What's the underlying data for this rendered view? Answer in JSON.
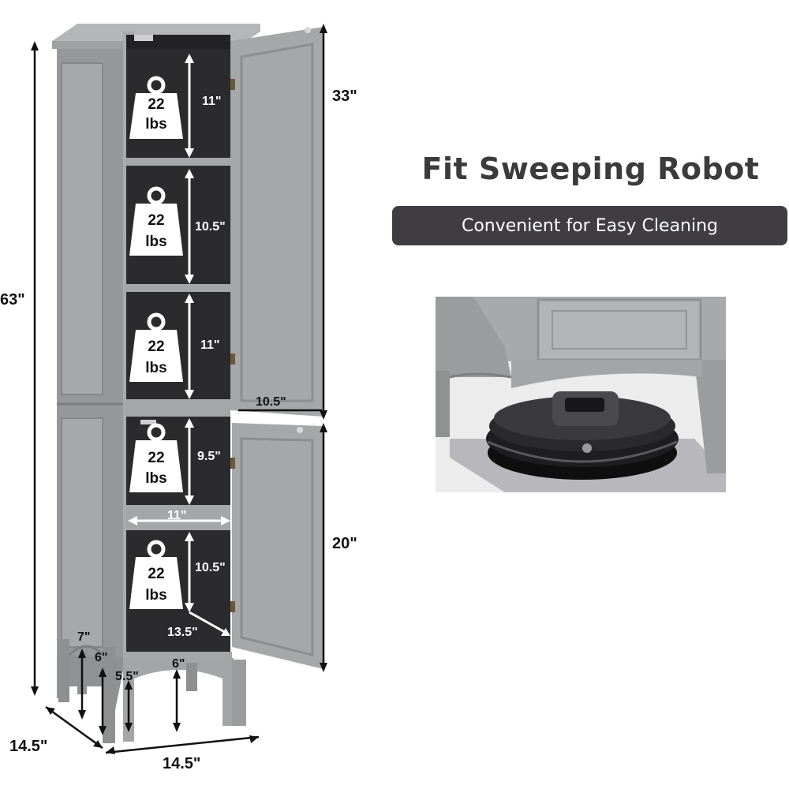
{
  "headline": "Fit Sweeping Robot",
  "subheadline": "Convenient for Easy Cleaning",
  "weight_badge": {
    "value": "22",
    "unit": "lbs"
  },
  "dimensions": {
    "total_height": "63\"",
    "upper_door_height": "33\"",
    "lower_door_height": "20\"",
    "shelf1_height": "11\"",
    "shelf2_height": "10.5\"",
    "shelf3_height": "11\"",
    "shelf4_height": "9.5\"",
    "shelf5_height": "10.5\"",
    "upper_shelf_width": "10.5\"",
    "lower_shelf_width": "11\"",
    "bottom_depth": "13.5\"",
    "leg_height": "7\"",
    "clearance_side": "6\"",
    "clearance_front_left": "5.5\"",
    "clearance_front_right": "6\"",
    "outer_depth": "14.5\"",
    "outer_width": "14.5\""
  },
  "colors": {
    "cabinet": "#9a9c9e",
    "cabinet_dark": "#7d7f81",
    "interior": "#2b2b2d",
    "robot": "#1e1e20",
    "subbar": "#3f3d42"
  }
}
